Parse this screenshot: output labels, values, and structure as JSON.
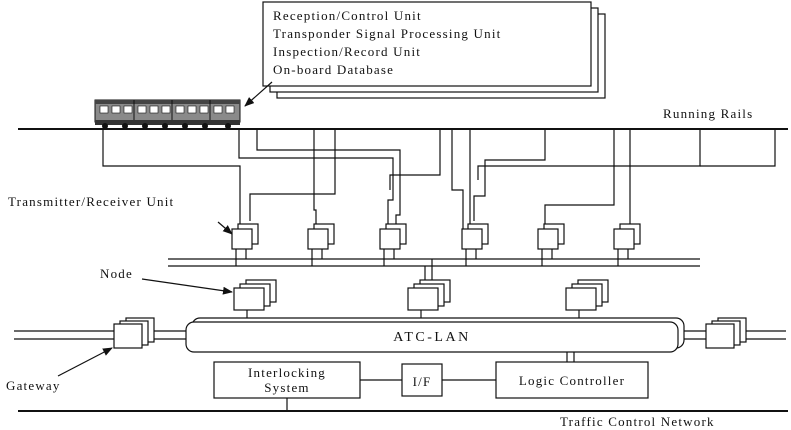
{
  "onboard": {
    "lines": [
      "Reception/Control Unit",
      "Transponder Signal Processing Unit",
      "Inspection/Record Unit",
      "On-board Database"
    ]
  },
  "labels": {
    "running_rails": "Running Rails",
    "transmitter_receiver": "Transmitter/Receiver Unit",
    "node": "Node",
    "gateway": "Gateway",
    "atc_lan": "ATC-LAN",
    "interlocking_line1": "Interlocking",
    "interlocking_line2": "System",
    "interface": "I/F",
    "logic_controller": "Logic Controller",
    "traffic_control": "Traffic Control Network"
  }
}
